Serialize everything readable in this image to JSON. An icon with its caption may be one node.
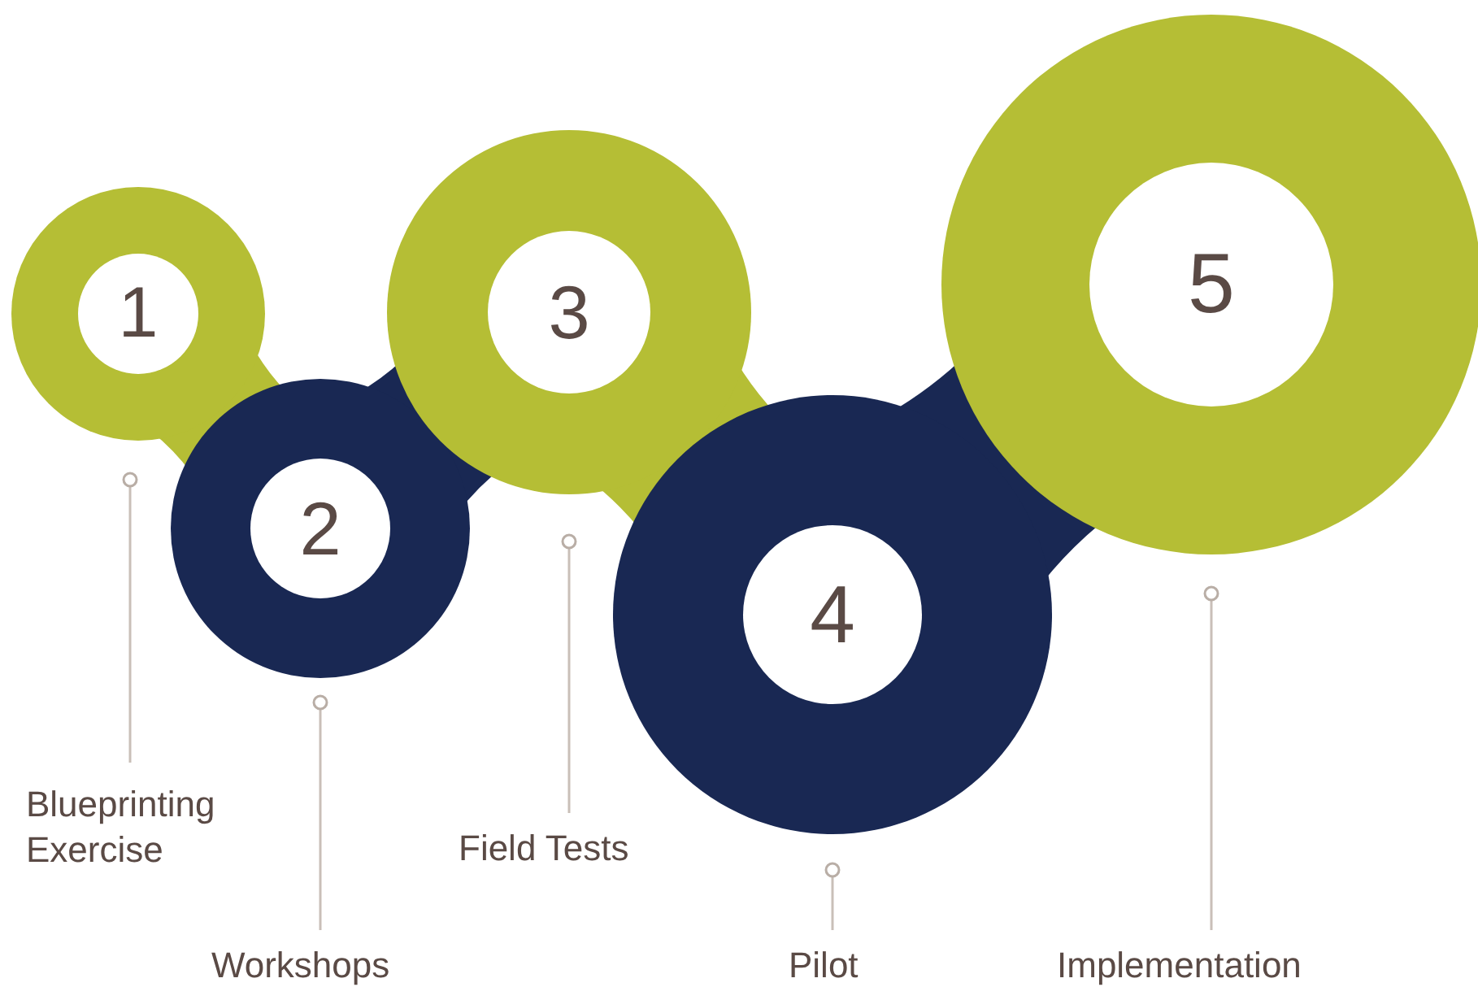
{
  "diagram": {
    "nodes": [
      {
        "text": [
          "1"
        ]
      },
      {
        "text": [
          "2"
        ]
      },
      {
        "text": [
          "3"
        ]
      },
      {
        "text": [
          "4"
        ]
      },
      {
        "text": [
          "5"
        ]
      },
      {
        "text": [
          "Blueprinting Exercise"
        ]
      },
      {
        "text": [
          "Workshops"
        ]
      },
      {
        "text": [
          "Field Tests"
        ]
      },
      {
        "text": [
          "Pilot"
        ]
      },
      {
        "text": [
          "Implementation"
        ]
      }
    ],
    "edges": [
      {
        "from": 5,
        "to": 0,
        "arrow": "other"
      },
      {
        "from": 6,
        "to": 1,
        "arrow": "other"
      },
      {
        "from": 7,
        "to": 2,
        "arrow": "other"
      },
      {
        "from": 8,
        "to": 3,
        "arrow": "other"
      },
      {
        "from": 9,
        "to": 4,
        "arrow": "other"
      }
    ]
  }
}
